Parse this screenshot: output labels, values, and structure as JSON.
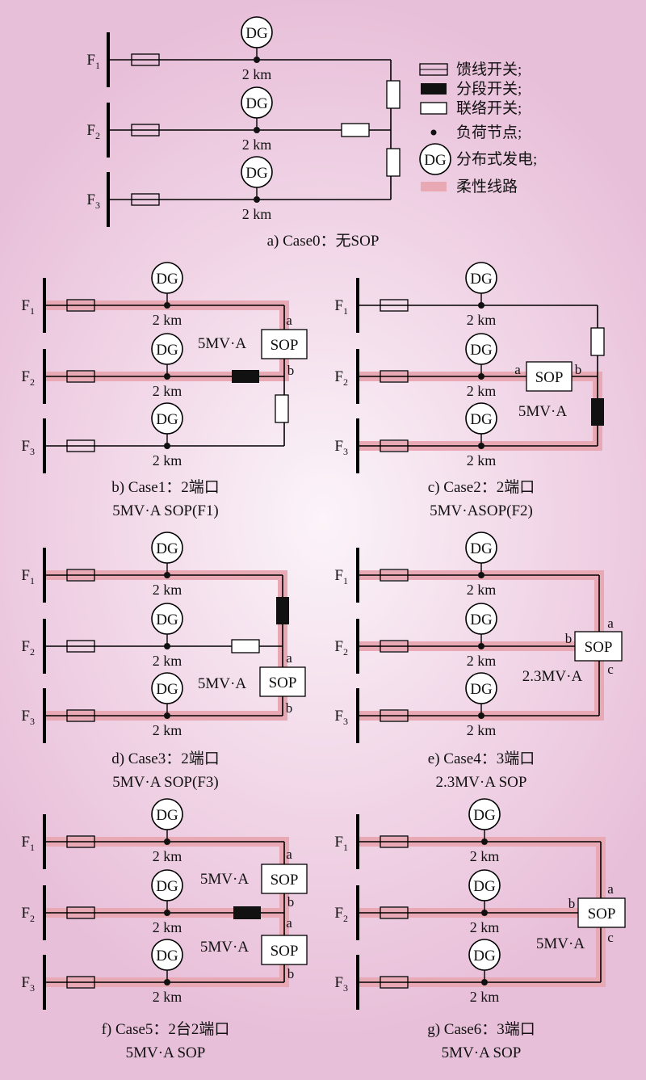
{
  "labels": {
    "dg": "DG",
    "dist": "2 km",
    "sop": "SOP",
    "port_a": "a",
    "port_b": "b",
    "port_c": "c",
    "cap5": "5MV·A",
    "cap23": "2.3MV·A"
  },
  "feeders": [
    {
      "main": "F",
      "sub": "1"
    },
    {
      "main": "F",
      "sub": "2"
    },
    {
      "main": "F",
      "sub": "3"
    }
  ],
  "legend": [
    {
      "symbol": "feeder-switch",
      "label": "馈线开关;"
    },
    {
      "symbol": "section-switch",
      "label": "分段开关;"
    },
    {
      "symbol": "tie-switch",
      "label": "联络开关;"
    },
    {
      "symbol": "load-node",
      "label": "负荷节点;"
    },
    {
      "symbol": "dg",
      "label": "分布式发电;"
    },
    {
      "symbol": "flexible-line",
      "label": "柔性线路"
    }
  ],
  "cases": [
    {
      "id": "a",
      "caption": [
        "a) Case0：无SOP"
      ]
    },
    {
      "id": "b",
      "caption": [
        "b) Case1：2端口",
        "5MV·A SOP(F1)"
      ]
    },
    {
      "id": "c",
      "caption": [
        "c) Case2：2端口",
        "5MV·ASOP(F2)"
      ]
    },
    {
      "id": "d",
      "caption": [
        "d) Case3：2端口",
        "5MV·A SOP(F3)"
      ]
    },
    {
      "id": "e",
      "caption": [
        "e) Case4：3端口",
        "2.3MV·A SOP"
      ]
    },
    {
      "id": "f",
      "caption": [
        "f) Case5：2台2端口",
        "5MV·A SOP"
      ]
    },
    {
      "id": "g",
      "caption": [
        "g) Case6：3端口",
        "5MV·A SOP"
      ]
    }
  ],
  "colors": {
    "line": "#000000",
    "flexible": "#e9a9b4",
    "text": "#111111"
  }
}
